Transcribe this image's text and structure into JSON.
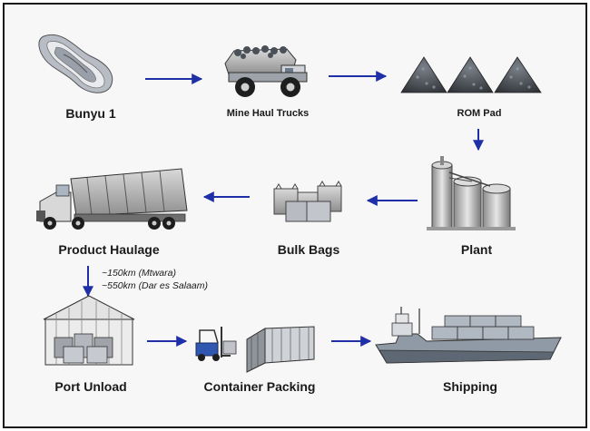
{
  "stages": {
    "bunyu": "Bunyu 1",
    "trucks": "Mine Haul Trucks",
    "rom": "ROM Pad",
    "plant": "Plant",
    "bags": "Bulk Bags",
    "haulage": "Product Haulage",
    "port": "Port Unload",
    "container": "Container Packing",
    "shipping": "Shipping"
  },
  "haulage_notes": {
    "mtwara": "~150km (Mtwara)",
    "dar": "~550km (Dar es Salaam)"
  },
  "colors": {
    "arrow": "#1f2fa8",
    "frame": "#1a1a1a",
    "background": "#f7f7f7"
  },
  "icons": [
    "ore-deposit-icon",
    "haul-truck-icon",
    "stockpile-icon",
    "plant-icon",
    "bulk-bags-icon",
    "semi-truck-icon",
    "warehouse-icon",
    "forklift-icon",
    "shipping-container-icon",
    "cargo-ship-icon"
  ]
}
